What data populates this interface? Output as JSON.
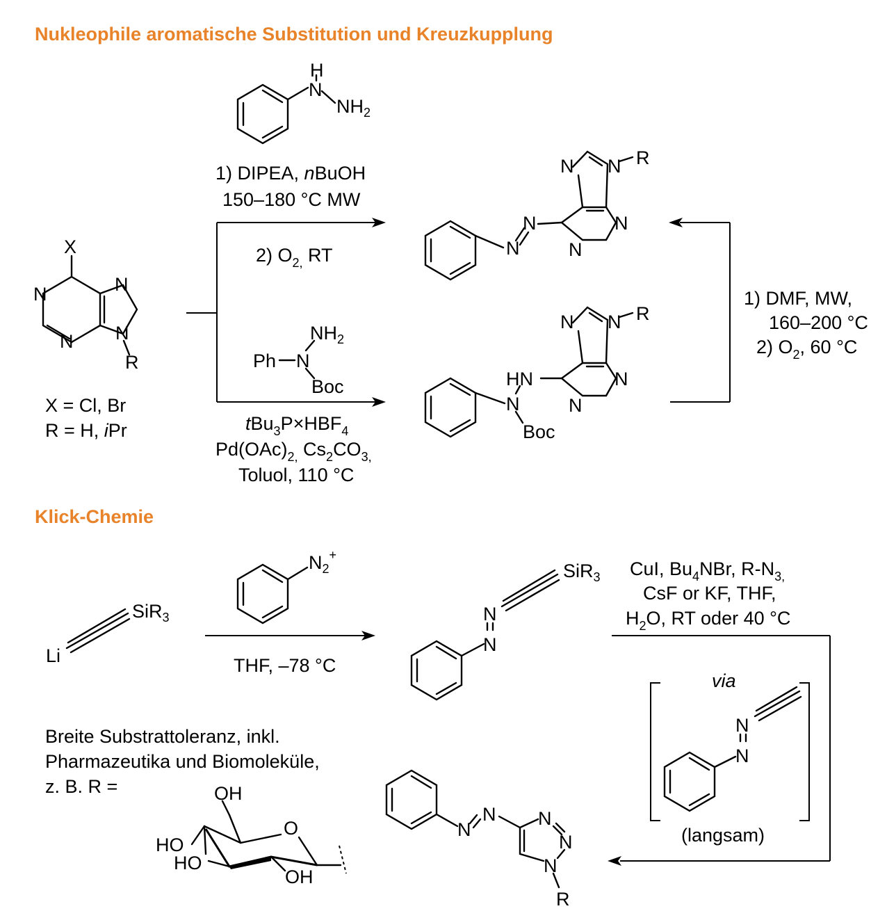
{
  "colors": {
    "heading": "#e8832a",
    "ink": "#000000"
  },
  "sections": {
    "snar_title": "Nukleophile aromatische Substitution und Kreuzkupplung",
    "click_title": "Klick-Chemie"
  },
  "reagents": {
    "phenylhydrazine": {
      "H": "H",
      "N": "N",
      "NH": "NH",
      "sub2": "2"
    },
    "top_arrow": {
      "line1a": "1) DIPEA, ",
      "line1b": "n",
      "line1c": "BuOH",
      "line2": "150–180 °C MW",
      "below_a": "2) O",
      "below_sub": "2,",
      "below_b": " RT"
    },
    "boc_hydrazine": {
      "NH": "NH",
      "sub2": "2",
      "Ph": "Ph",
      "N": "N",
      "Boc": "Boc"
    },
    "bottom_arrow": {
      "l1a": "t",
      "l1b": "Bu",
      "l1c": "3",
      "l1d": "P×HBF",
      "l1e": "4",
      "l2a": "Pd(OAc)",
      "l2b": "2,",
      "l2c": " Cs",
      "l2d": "2",
      "l2e": "CO",
      "l2f": "3,",
      "l3": "Toluol, 110 °C"
    },
    "right_arrow": {
      "l1": "1) DMF, MW,",
      "l2": "160–200 °C",
      "l3a": "2) O",
      "l3b": "2",
      "l3c": ", 60 °C"
    }
  },
  "purine_start": {
    "X": "X",
    "N": "N",
    "R": "R",
    "note1": "X = Cl, Br",
    "note2a": "R = H, ",
    "note2b": "i",
    "note2c": "Pr"
  },
  "click": {
    "alkyne": {
      "SiR": "SiR",
      "sub3": "3",
      "Li": "Li"
    },
    "diazonium": {
      "N": "N",
      "sub2": "2",
      "plus": "+"
    },
    "arrow_below": "THF, –78 °C",
    "product_label": {
      "SiR": "SiR",
      "sub3": "3",
      "N": "N"
    },
    "conditions": {
      "l1a": "CuI, Bu",
      "l1b": "4",
      "l1c": "NBr, R-N",
      "l1d": "3,",
      "l2": "CsF or KF, THF,",
      "l3a": "H",
      "l3b": "2",
      "l3c": "O, RT oder 40 °C"
    },
    "via": "via",
    "slow": "(langsam)",
    "tolerance": {
      "l1": "Breite Substrattoleranz, inkl.",
      "l2": "Pharmazeutika und Biomoleküle,",
      "l3": "z. B. R ="
    },
    "sugar": {
      "OH": "OH",
      "HO": "HO",
      "O": "O"
    },
    "triazole": {
      "N": "N",
      "R": "R"
    }
  }
}
